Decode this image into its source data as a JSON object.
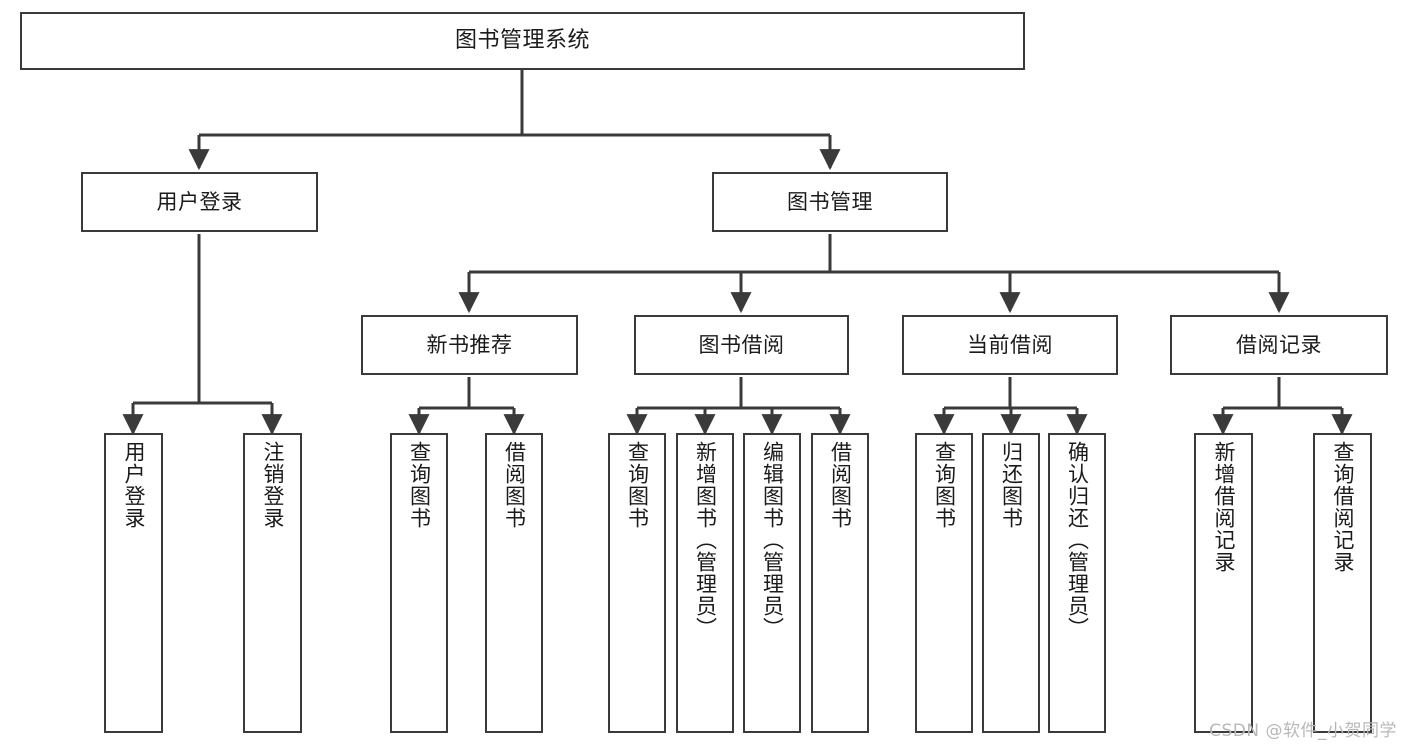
{
  "diagram": {
    "title": "图书管理系统",
    "type": "功能结构图",
    "watermark": "CSDN @软件_小贺同学",
    "colors": {
      "box_border": "#3a3a3a",
      "line": "#3a3a3a",
      "text": "#1b1b1b",
      "background": "#ffffff",
      "watermark": "#b8b8b8"
    },
    "root": {
      "label": "图书管理系统"
    },
    "level2": [
      {
        "label": "用户登录"
      },
      {
        "label": "图书管理"
      }
    ],
    "level3": [
      {
        "label": "新书推荐"
      },
      {
        "label": "图书借阅"
      },
      {
        "label": "当前借阅"
      },
      {
        "label": "借阅记录"
      }
    ],
    "leaves": {
      "user_login": [
        {
          "label": "用户登录"
        },
        {
          "label": "注销登录"
        }
      ],
      "new_book": [
        {
          "label": "查询图书"
        },
        {
          "label": "借阅图书"
        }
      ],
      "borrow": [
        {
          "label": "查询图书"
        },
        {
          "label": "新增图书（管理员）"
        },
        {
          "label": "编辑图书（管理员）"
        },
        {
          "label": "借阅图书"
        }
      ],
      "current": [
        {
          "label": "查询图书"
        },
        {
          "label": "归还图书"
        },
        {
          "label": "确认归还（管理员）"
        }
      ],
      "records": [
        {
          "label": "新增借阅记录"
        },
        {
          "label": "查询借阅记录"
        }
      ]
    }
  }
}
